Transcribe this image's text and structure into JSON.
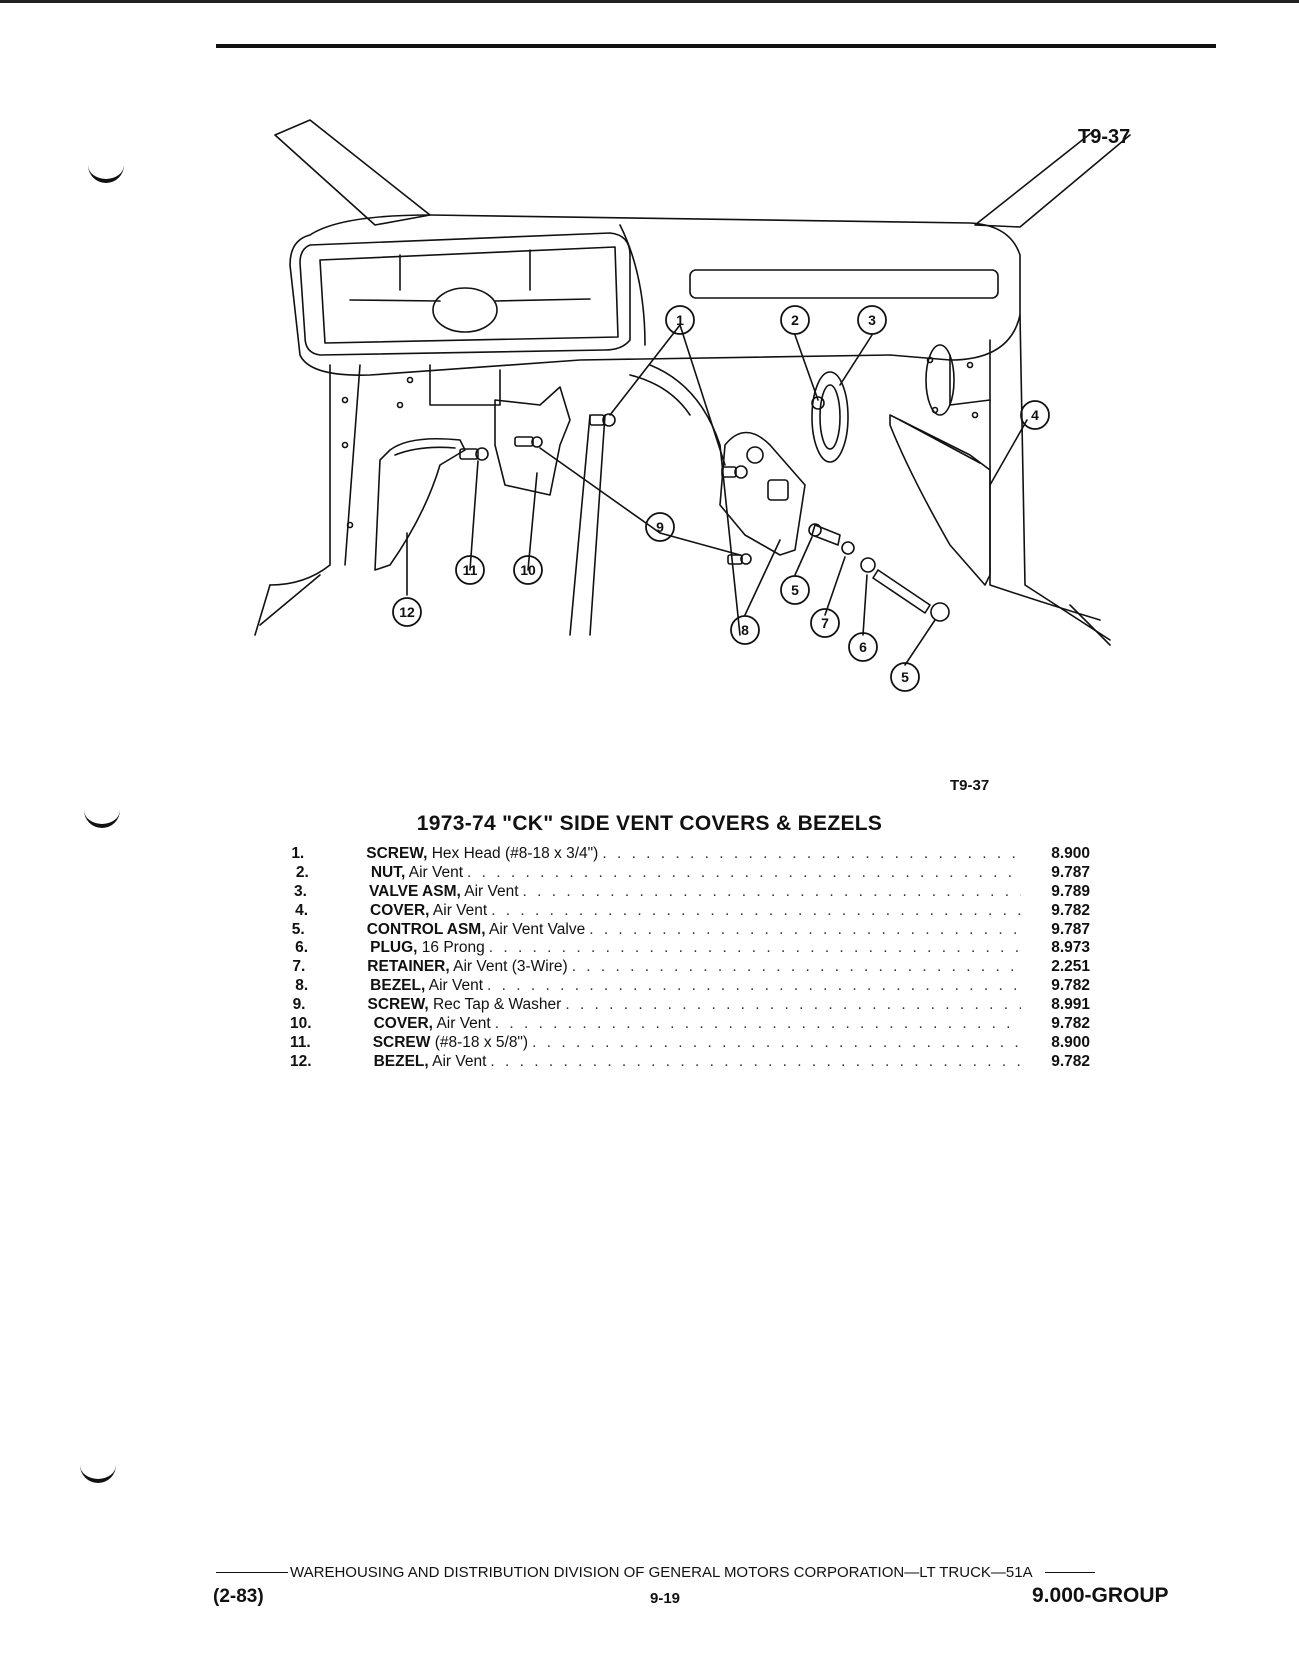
{
  "figure": {
    "label_top": "T9-37",
    "label_bottom": "T9-37",
    "callouts": [
      "1",
      "2",
      "3",
      "4",
      "5",
      "7",
      "6",
      "5",
      "8",
      "9",
      "10",
      "11",
      "12"
    ]
  },
  "title": "1973-74 \"CK\" SIDE VENT COVERS & BEZELS",
  "parts": [
    {
      "num": "1.",
      "name": "SCREW,",
      "desc": "Hex Head (#8-18 x 3/4\")",
      "group": "8.900"
    },
    {
      "num": "2.",
      "name": "NUT,",
      "desc": "Air Vent",
      "group": "9.787"
    },
    {
      "num": "3.",
      "name": "VALVE ASM,",
      "desc": "Air Vent",
      "group": "9.789"
    },
    {
      "num": "4.",
      "name": "COVER,",
      "desc": "Air Vent",
      "group": "9.782"
    },
    {
      "num": "5.",
      "name": "CONTROL ASM,",
      "desc": "Air Vent Valve",
      "group": "9.787"
    },
    {
      "num": "6.",
      "name": "PLUG,",
      "desc": "16 Prong",
      "group": "8.973"
    },
    {
      "num": "7.",
      "name": "RETAINER,",
      "desc": "Air Vent (3-Wire)",
      "group": "2.251"
    },
    {
      "num": "8.",
      "name": "BEZEL,",
      "desc": "Air Vent",
      "group": "9.782"
    },
    {
      "num": "9.",
      "name": "SCREW,",
      "desc": "Rec Tap & Washer",
      "group": "8.991"
    },
    {
      "num": "10.",
      "name": "COVER,",
      "desc": "Air Vent",
      "group": "9.782"
    },
    {
      "num": "11.",
      "name": "SCREW",
      "desc": "(#8-18 x 5/8\")",
      "group": "8.900"
    },
    {
      "num": "12.",
      "name": "BEZEL,",
      "desc": "Air Vent",
      "group": "9.782"
    }
  ],
  "footer": {
    "line": "WAREHOUSING AND DISTRIBUTION  DIVISION OF GENERAL MOTORS CORPORATION—LT TRUCK—51A",
    "date": "(2-83)",
    "page": "9-19",
    "group": "9.000-GROUP"
  }
}
